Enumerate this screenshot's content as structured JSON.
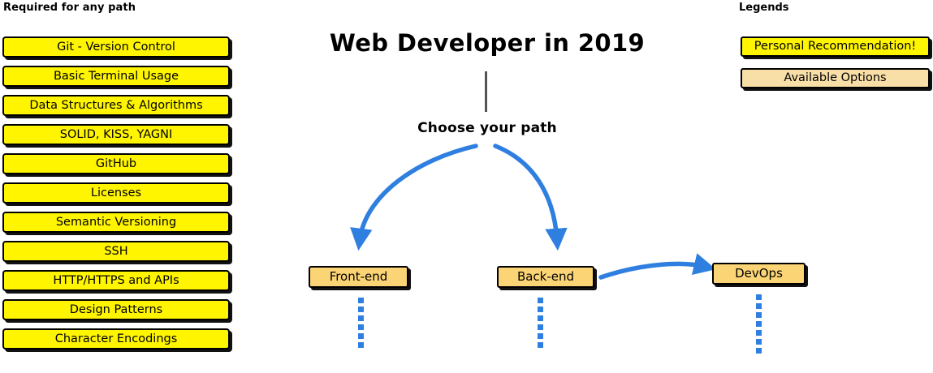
{
  "colors": {
    "recommendation_yellow": "#FFF500",
    "option_tan": "#FBD475",
    "legend_option_tan": "#F8DFA8",
    "arrow_blue": "#2F7FE0",
    "connector_gray": "#555555",
    "outline_black": "#000000",
    "background": "#FFFFFF"
  },
  "required": {
    "heading": "Required for any path",
    "items": [
      {
        "label": "Git - Version Control"
      },
      {
        "label": "Basic Terminal Usage"
      },
      {
        "label": "Data Structures & Algorithms"
      },
      {
        "label": "SOLID, KISS, YAGNI"
      },
      {
        "label": "GitHub"
      },
      {
        "label": "Licenses"
      },
      {
        "label": "Semantic Versioning"
      },
      {
        "label": "SSH"
      },
      {
        "label": "HTTP/HTTPS and APIs"
      },
      {
        "label": "Design Patterns"
      },
      {
        "label": "Character Encodings"
      }
    ]
  },
  "flow": {
    "title": "Web Developer in 2019",
    "branch_label": "Choose your path",
    "nodes": [
      {
        "label": "Front-end",
        "dots": 6
      },
      {
        "label": "Back-end",
        "dots": 6
      },
      {
        "label": "DevOps",
        "dots": 7
      }
    ]
  },
  "legend": {
    "heading": "Legends",
    "items": [
      {
        "label": "Personal Recommendation!",
        "swatch": "#FFF500"
      },
      {
        "label": "Available Options",
        "swatch": "#F8DFA8"
      }
    ]
  },
  "chart_data": {
    "type": "diagram",
    "title": "Web Developer in 2019",
    "nodes": [
      "Web Developer in 2019",
      "Front-end",
      "Back-end",
      "DevOps"
    ],
    "edges": [
      {
        "from": "Web Developer in 2019",
        "to": "Front-end",
        "style": "curved-arrow"
      },
      {
        "from": "Web Developer in 2019",
        "to": "Back-end",
        "style": "curved-arrow"
      },
      {
        "from": "Back-end",
        "to": "DevOps",
        "style": "curved-arrow"
      }
    ]
  }
}
